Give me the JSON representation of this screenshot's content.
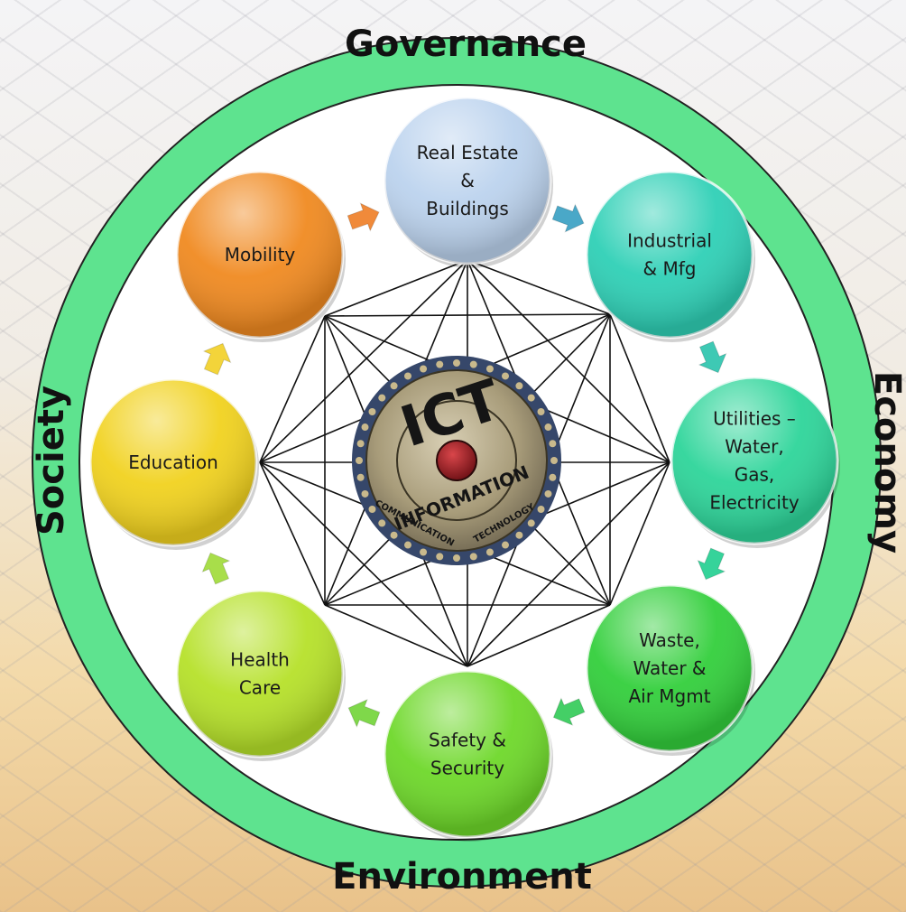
{
  "ring": {
    "top": "Governance",
    "bottom": "Environment",
    "left": "Society",
    "right": "Economy",
    "color": "#5ee38f"
  },
  "emblem": {
    "title": "ICT",
    "word": "INFORMATION",
    "left_word": "COMMUNICATION",
    "right_word": "TECHNOLOGY"
  },
  "nodes": [
    {
      "lines": [
        "Real Estate",
        "&",
        "Buildings"
      ],
      "color": "#bcd3ee"
    },
    {
      "lines": [
        "Industrial",
        "& Mfg"
      ],
      "color": "#2fd0b6"
    },
    {
      "lines": [
        "Utilities –",
        "Water,",
        "Gas,",
        "Electricity"
      ],
      "color": "#2ed59a"
    },
    {
      "lines": [
        "Waste,",
        "Water &",
        "Air Mgmt"
      ],
      "color": "#33cf3c"
    },
    {
      "lines": [
        "Safety &",
        "Security"
      ],
      "color": "#6ed82a"
    },
    {
      "lines": [
        "Health",
        "Care"
      ],
      "color": "#b6e12a"
    },
    {
      "lines": [
        "Education"
      ],
      "color": "#f1d21f"
    },
    {
      "lines": [
        "Mobility"
      ],
      "color": "#f08a21"
    }
  ],
  "arrow_colors": [
    "#f08a3a",
    "#4aa8c8",
    "#3ec9b4",
    "#36d39a",
    "#44cf66",
    "#7fd84a",
    "#a8de4a",
    "#f3d43a"
  ]
}
